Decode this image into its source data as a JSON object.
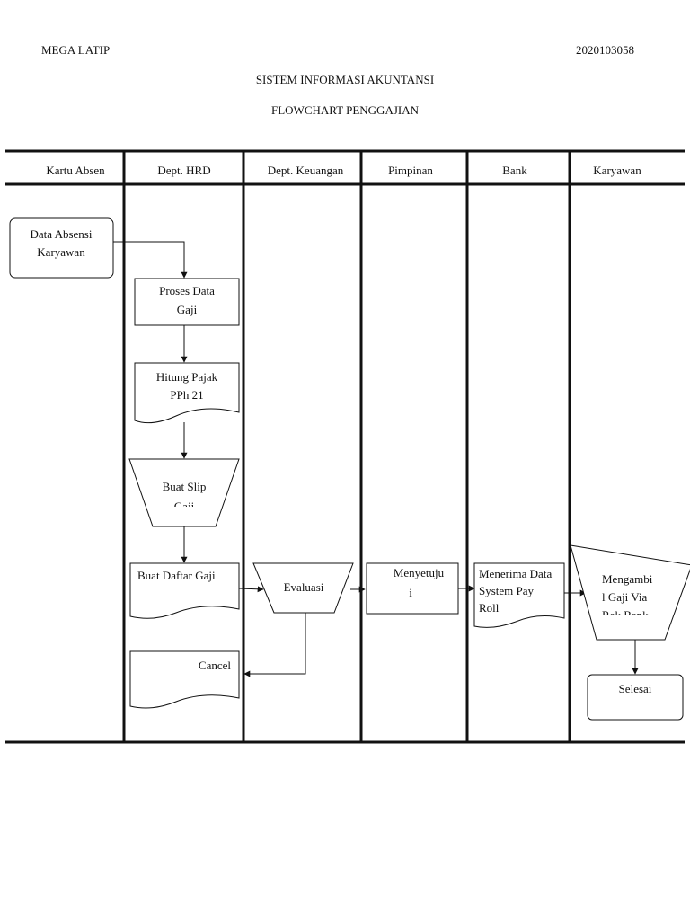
{
  "header": {
    "author": "MEGA LATIP",
    "student_id": "2020103058",
    "title": "SISTEM INFORMASI AKUNTANSI",
    "subtitle": "FLOWCHART PENGGAJIAN"
  },
  "lanes": [
    "Kartu Absen",
    "Dept. HRD",
    "Dept. Keuangan",
    "Pimpinan",
    "Bank",
    "Karyawan"
  ],
  "nodes": {
    "data_absensi": [
      "Data Absensi",
      "Karyawan"
    ],
    "proses_data_gaji": [
      "Proses Data",
      "Gaji"
    ],
    "hitung_pajak": [
      "Hitung Pajak",
      "PPh 21"
    ],
    "buat_slip_gaji": [
      "Buat Slip",
      "Gaji"
    ],
    "buat_daftar_gaji": [
      "Buat Daftar  Gaji"
    ],
    "cancel": [
      "Cancel"
    ],
    "evaluasi": [
      "Evaluasi"
    ],
    "menyetujui": [
      "Menyetuju",
      "i"
    ],
    "menerima_data": [
      "Menerima Data",
      "System Pay",
      "Roll"
    ],
    "mengambil_gaji": [
      "Mengambi",
      "l Gaji Via",
      "Rek Bank"
    ],
    "selesai": [
      "Selesai"
    ]
  }
}
